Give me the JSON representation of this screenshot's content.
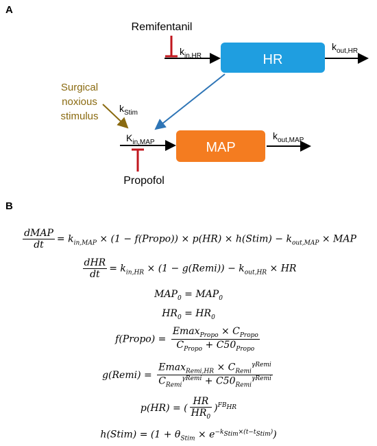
{
  "panels": {
    "a": "A",
    "b": "B"
  },
  "diagram": {
    "hr_box": "HR",
    "map_box": "MAP",
    "remifentanil": "Remifentanil",
    "propofol": "Propofol",
    "surgical": [
      "Surgical",
      "noxious",
      "stimulus"
    ],
    "k_in_hr": {
      "base": "k",
      "sub": "in,HR"
    },
    "k_out_hr": {
      "base": "k",
      "sub": "out,HR"
    },
    "k_stim": {
      "base": "k",
      "sub": "Stim"
    },
    "k_in_map": {
      "base": "K",
      "sub": "in,MAP"
    },
    "k_out_map": {
      "base": "k",
      "sub": "out,MAP"
    },
    "colors": {
      "hr": "#1f9ee0",
      "map": "#f47c20",
      "inhibit": "#c0161d",
      "surgical": "#8a6a10",
      "link": "#2e75b6"
    }
  },
  "equations": [
    "dMAP/dt = k_in,MAP × (1 − f(Propo)) × p(HR) × h(Stim) − k_out,MAP × MAP",
    "dHR/dt = k_in,HR × (1 − g(Remi)) − k_out,HR × HR",
    "MAP_0 = MAP_0",
    "HR_0 = HR_0",
    "f(Propo) = Emax_Propo × C_Propo / (C_Propo + C50_Propo)",
    "g(Remi) = Emax_Remi,HR × C_Remi^γRemi / (C_Remi^γRemi + C50_Remi^γRemi)",
    "p(HR) = (HR / HR_0)^FB_HR",
    "h(Stim) = (1 + θ_Stim × e^(−k_Stim×(t−t_Stim)))"
  ]
}
